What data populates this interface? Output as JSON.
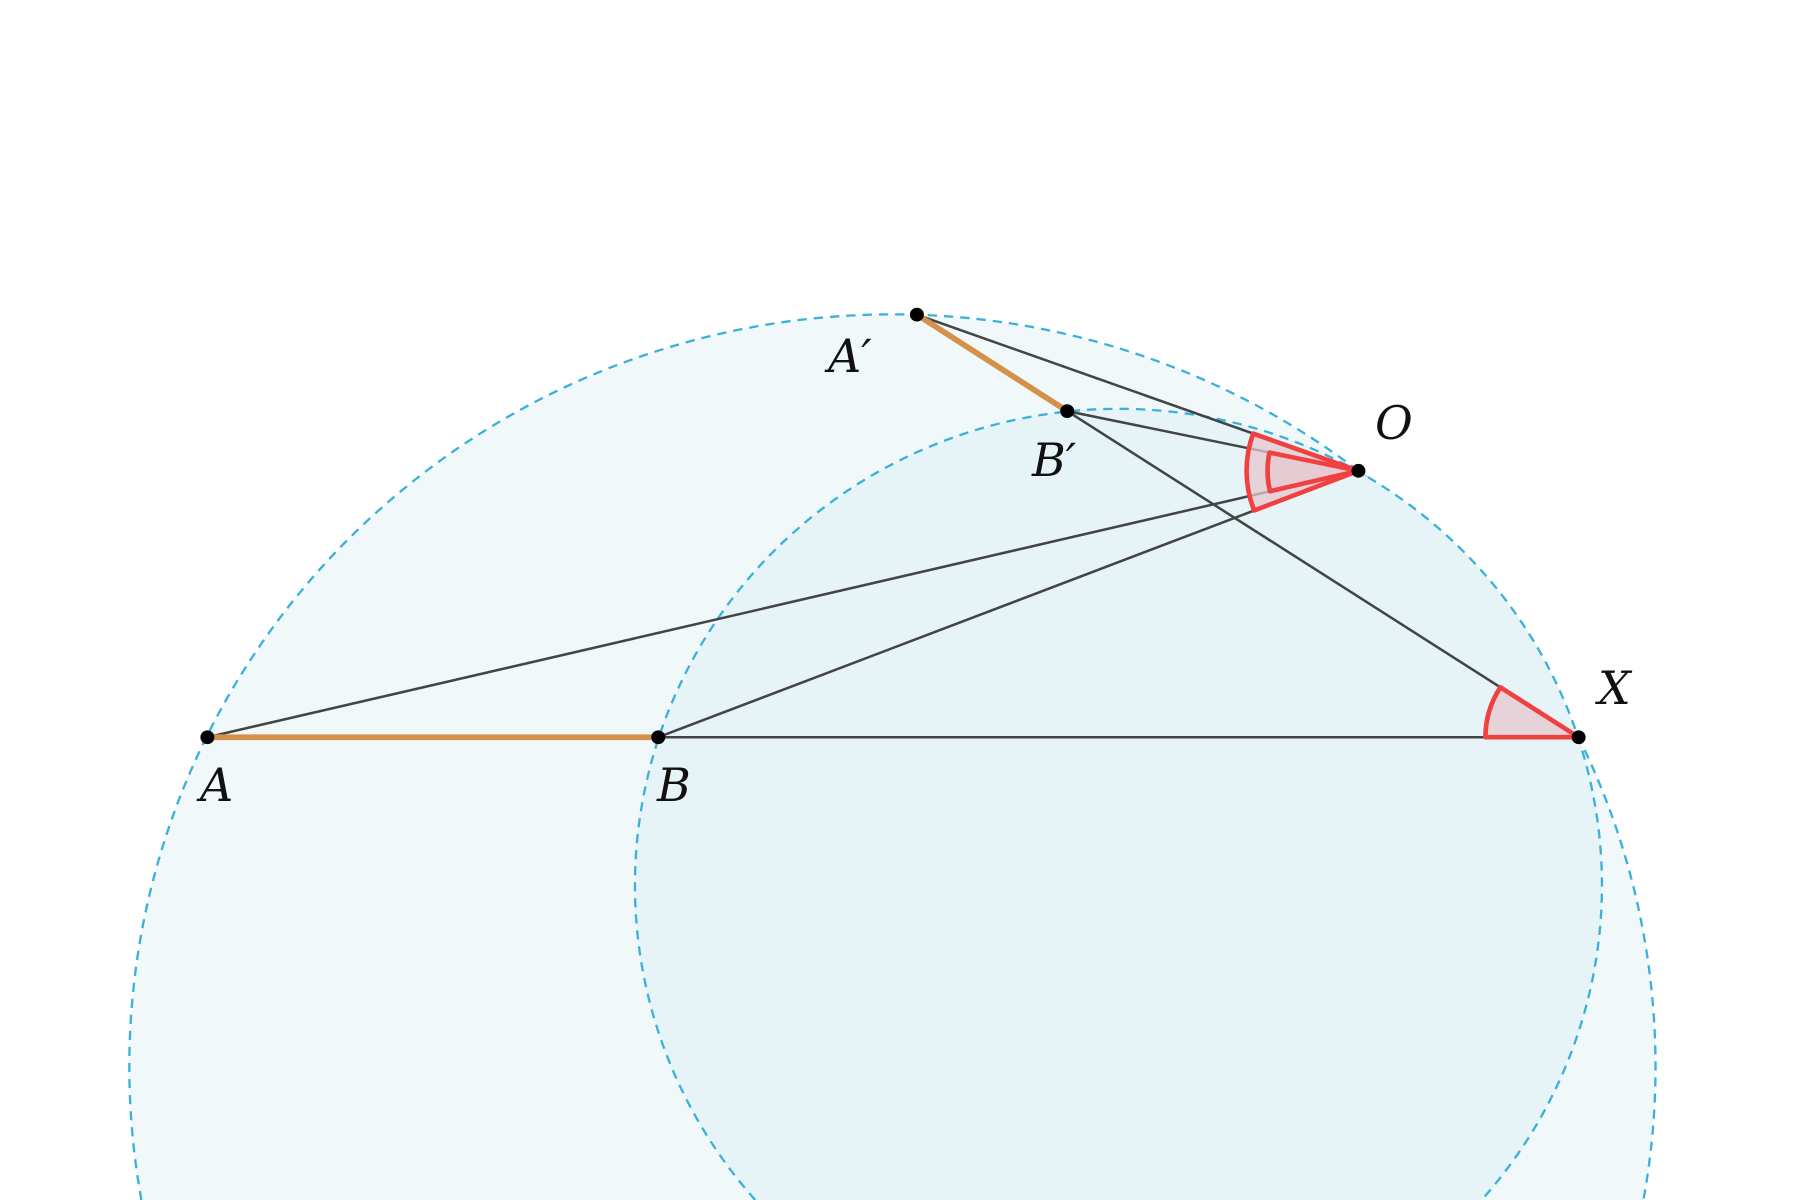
{
  "labels": {
    "A": "A",
    "B": "B",
    "A_prime": "A′",
    "B_prime": "B′",
    "O": "O",
    "X": "X"
  },
  "colors": {
    "circle_stroke": "#3bb0d8",
    "circle_fill": "#e6f4f8",
    "segment": "#d4914a",
    "line": "#444444",
    "angle_stroke": "#f04040",
    "angle_fill": "#e6c8cf",
    "point": "#000000"
  }
}
